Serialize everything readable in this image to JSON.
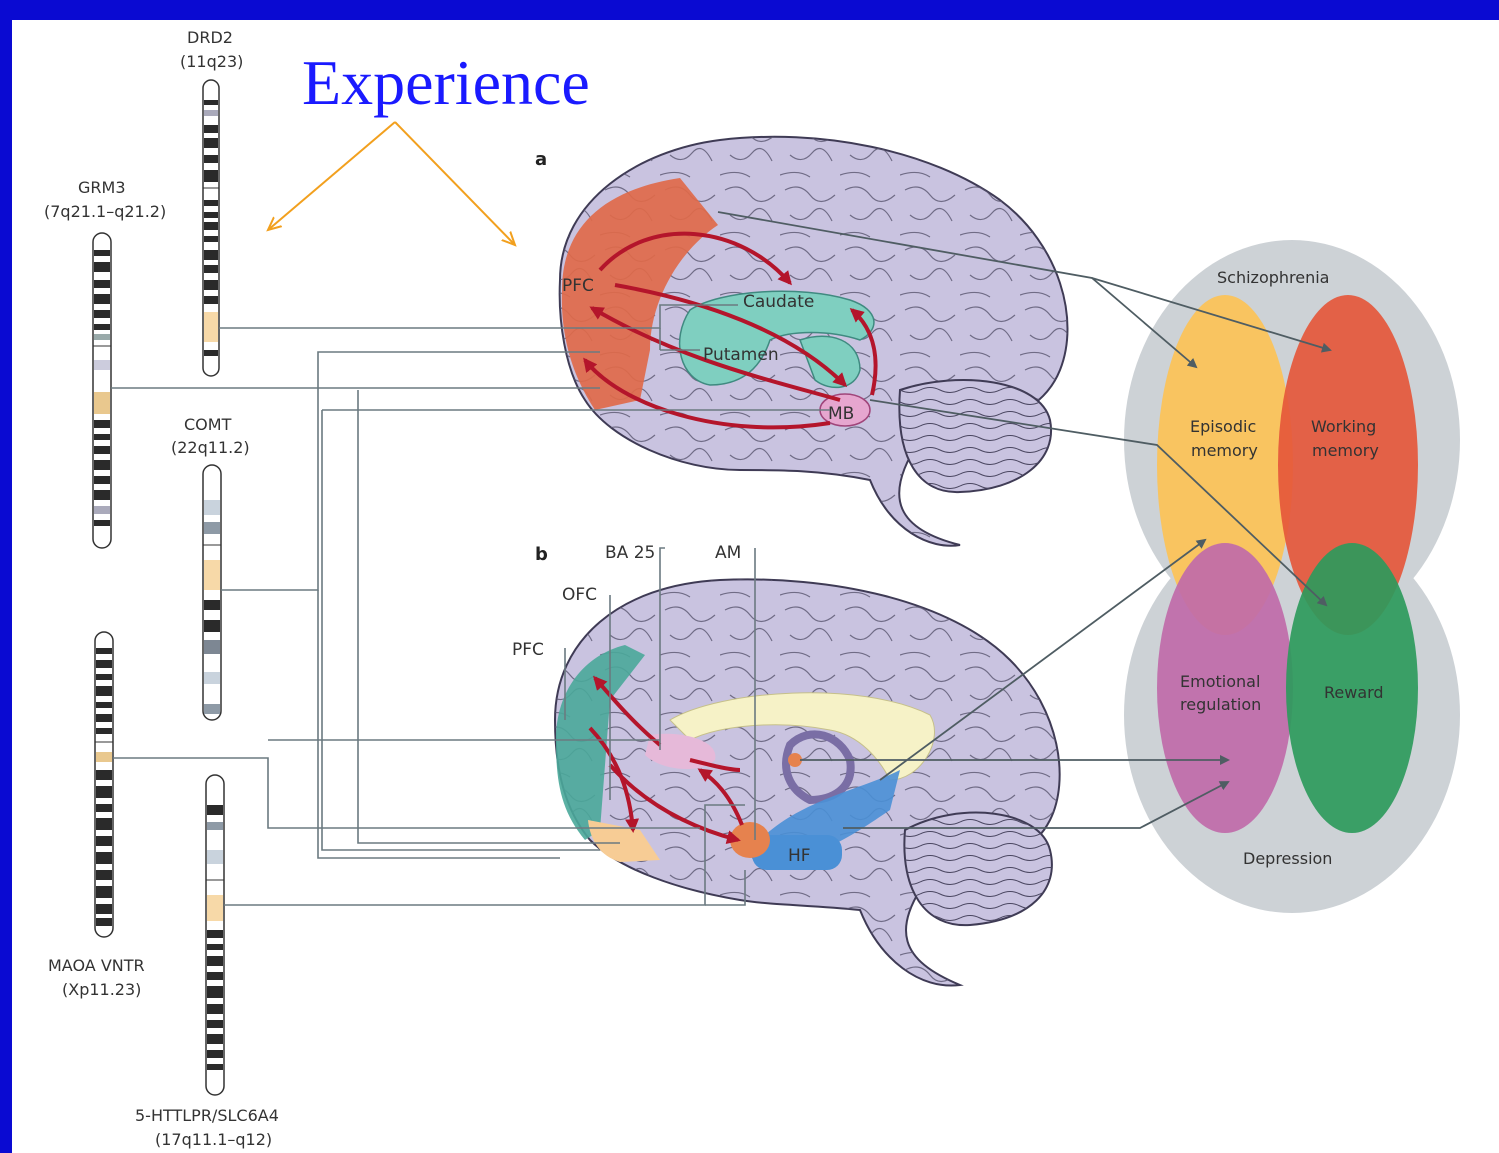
{
  "title": "Experience",
  "colors": {
    "background": "#0a0ad2",
    "title": "#1a1aff",
    "experience_arrows": "#f2a01e",
    "brain": "#c9c3e0",
    "pfc_a": "#e06a4a",
    "striatum": "#7fcfc0",
    "episodic": "#fbc35a",
    "working": "#e5573b",
    "emotional": "#c06aa9",
    "reward": "#2e9a5c",
    "halo": "#cdd2d6"
  },
  "genes": {
    "drd2": {
      "name": "DRD2",
      "locus": "(11q23)"
    },
    "grm3": {
      "name": "GRM3",
      "locus": "(7q21.1–q21.2)"
    },
    "comt": {
      "name": "COMT",
      "locus": "(22q11.2)"
    },
    "maoa": {
      "name": "MAOA VNTR",
      "locus": "(Xp11.23)"
    },
    "httlpr": {
      "name": "5-HTTLPR/SLC6A4",
      "locus": "(17q11.1–q12)"
    }
  },
  "brain_a": {
    "panel_label": "a",
    "pfc": "PFC",
    "caudate": "Caudate",
    "putamen": "Putamen",
    "mb": "MB"
  },
  "brain_b": {
    "panel_label": "b",
    "ba25": "BA 25",
    "am": "AM",
    "ofc": "OFC",
    "pfc": "PFC",
    "hf": "HF"
  },
  "domains": {
    "schizophrenia": "Schizophrenia",
    "depression": "Depression",
    "episodic_1": "Episodic",
    "episodic_2": "memory",
    "working_1": "Working",
    "working_2": "memory",
    "emotional_1": "Emotional",
    "emotional_2": "regulation",
    "reward": "Reward"
  }
}
